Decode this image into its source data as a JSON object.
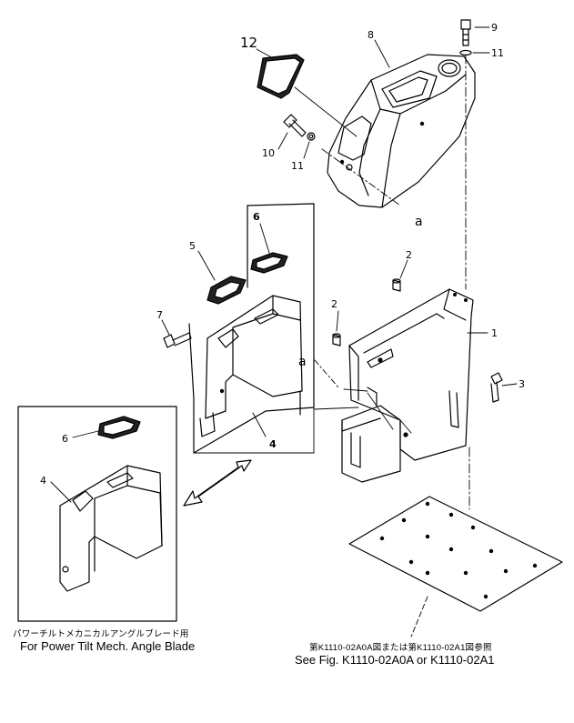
{
  "callouts": {
    "c1": "1",
    "c2a": "2",
    "c2b": "2",
    "c3": "3",
    "c4a": "4",
    "c4b": "4",
    "c5": "5",
    "c6a": "6",
    "c6b": "6",
    "c7": "7",
    "c8": "8",
    "c9": "9",
    "c10": "10",
    "c11a": "11",
    "c11b": "11",
    "c12": "12",
    "ref_a1": "a",
    "ref_a2": "a"
  },
  "captions": {
    "inset_jp": "パワーチルトメカニカルアングルブレード用",
    "inset_en": "For Power Tilt Mech. Angle Blade",
    "ref_jp": "第K1110-02A0A図または第K1110-02A1図参照",
    "ref_en": "See Fig. K1110-02A0A or K1110-02A1"
  }
}
